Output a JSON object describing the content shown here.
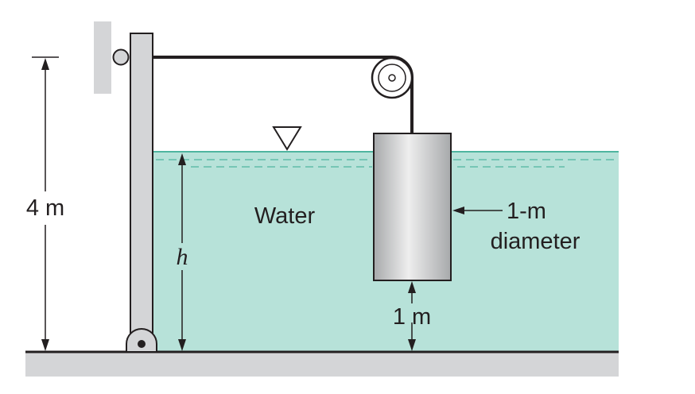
{
  "labels": {
    "height_total": "4 m",
    "depth": "h",
    "fluid": "Water",
    "diameter_line1": "1-m",
    "diameter_line2": "diameter",
    "gap": "1 m"
  },
  "colors": {
    "water": "#b7e2d9",
    "water_surface": "#4fb5a0",
    "structure": "#d4d5d7",
    "outline": "#231f20",
    "cylinder_dark": "#a7a9ab",
    "cylinder_light": "#eeeeee"
  },
  "icons": {
    "free_surface": "inverted-triangle",
    "pulley": "pulley-wheel",
    "hinge": "hinge-pin"
  }
}
